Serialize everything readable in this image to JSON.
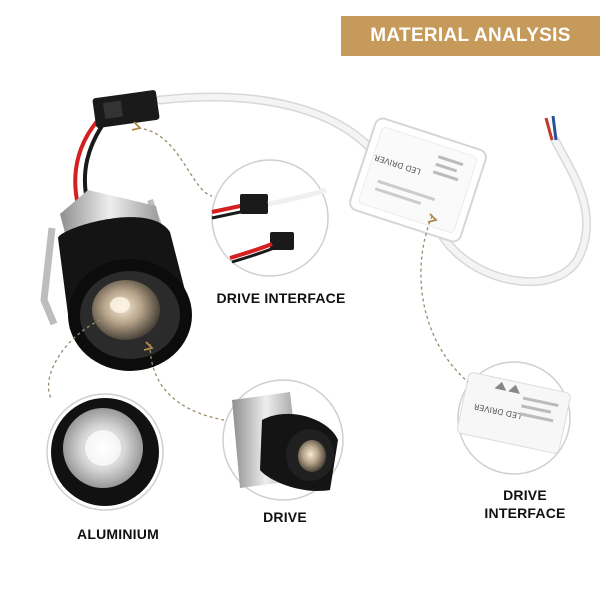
{
  "banner": {
    "title": "MATERIAL ANALYSIS",
    "color": "#c59a5a"
  },
  "callouts": {
    "drive_interface_top": "DRIVE INTERFACE",
    "aluminium": "ALUMINIUM",
    "drive": "DRIVE",
    "drive_interface_bottom": "DRIVE INTERFACE"
  },
  "driver_box": {
    "label": "LED DRIVER",
    "label_detail": "LED DRIVER"
  },
  "colors": {
    "housing_black": "#111111",
    "housing_silver": "#c8c8c8",
    "wire_red": "#d42020",
    "wire_black": "#1a1a1a",
    "cable_white": "#f2f2f2",
    "guide_line": "#9a8a6a"
  }
}
